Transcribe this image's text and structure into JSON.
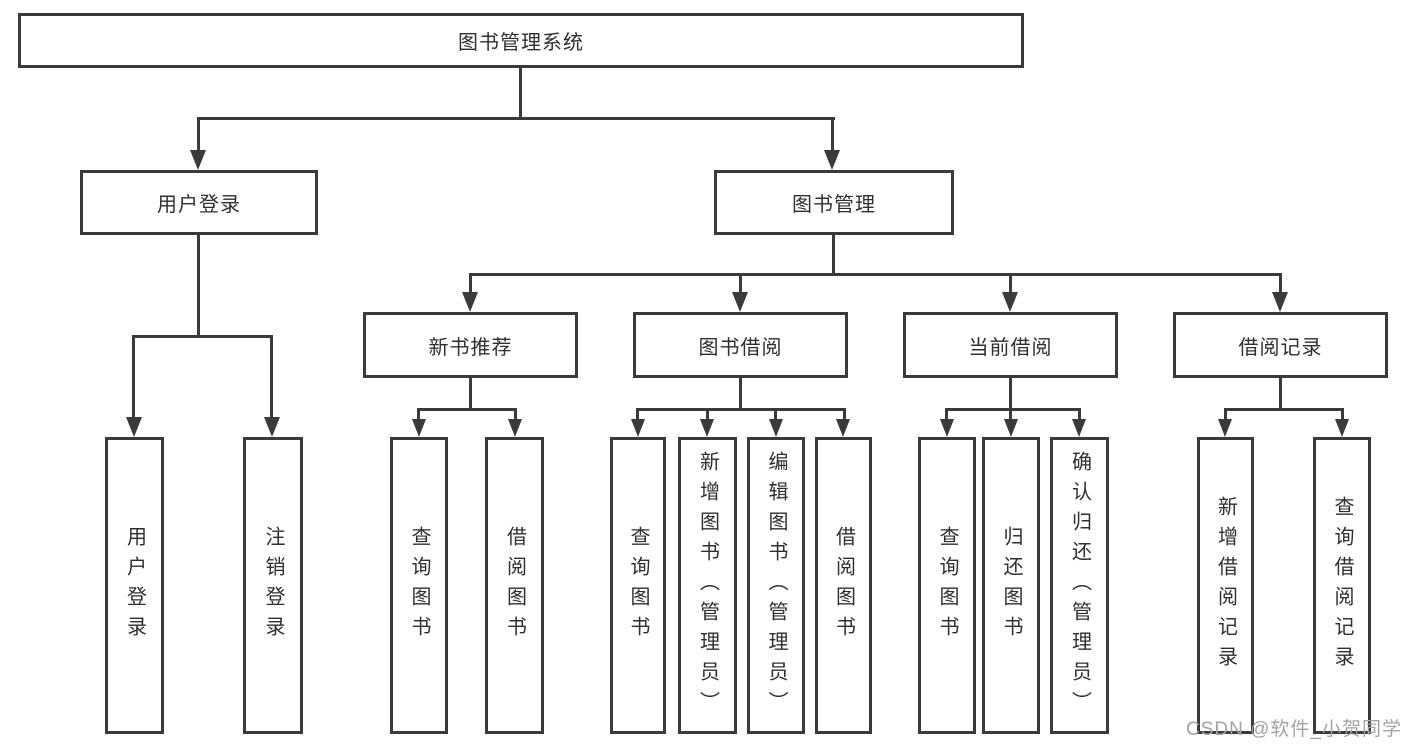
{
  "diagram": {
    "type": "hierarchy-tree",
    "colors": {
      "line": "#3a3a3a",
      "border": "#3a3a3a",
      "text": "#2f2f2f",
      "background": "#ffffff",
      "watermark": "#a3a3a3"
    }
  },
  "nodes": {
    "root": "图书管理系统",
    "user_login": "用户登录",
    "book_management": "图书管理",
    "login": "用户登录",
    "logout": "注销登录",
    "new_book_rec": "新书推荐",
    "book_borrow": "图书借阅",
    "current_borrow": "当前借阅",
    "borrow_records": "借阅记录",
    "nb_query_books": "查询图书",
    "nb_borrow_books": "借阅图书",
    "bb_query_books": "查询图书",
    "bb_add_books": "新增图书（管理员）",
    "bb_edit_books": "编辑图书（管理员）",
    "bb_borrow_books": "借阅图书",
    "cb_query_books": "查询图书",
    "cb_return_books": "归还图书",
    "cb_confirm_return": "确认归还（管理员）",
    "br_add_record": "新增借阅记录",
    "br_query_record": "查询借阅记录"
  },
  "tree": {
    "图书管理系统": {
      "用户登录": [
        "用户登录",
        "注销登录"
      ],
      "图书管理": {
        "新书推荐": [
          "查询图书",
          "借阅图书"
        ],
        "图书借阅": [
          "查询图书",
          "新增图书（管理员）",
          "编辑图书（管理员）",
          "借阅图书"
        ],
        "当前借阅": [
          "查询图书",
          "归还图书",
          "确认归还（管理员）"
        ],
        "借阅记录": [
          "新增借阅记录",
          "查询借阅记录"
        ]
      }
    }
  },
  "watermark": {
    "text": "CSDN @软件_小贺同学"
  }
}
